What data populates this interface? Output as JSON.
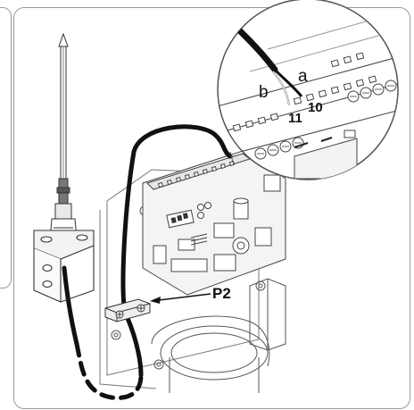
{
  "labels": {
    "wire_a": "a",
    "wire_b": "b",
    "terminal_10": "10",
    "terminal_11": "11",
    "connector_p2": "P2"
  }
}
